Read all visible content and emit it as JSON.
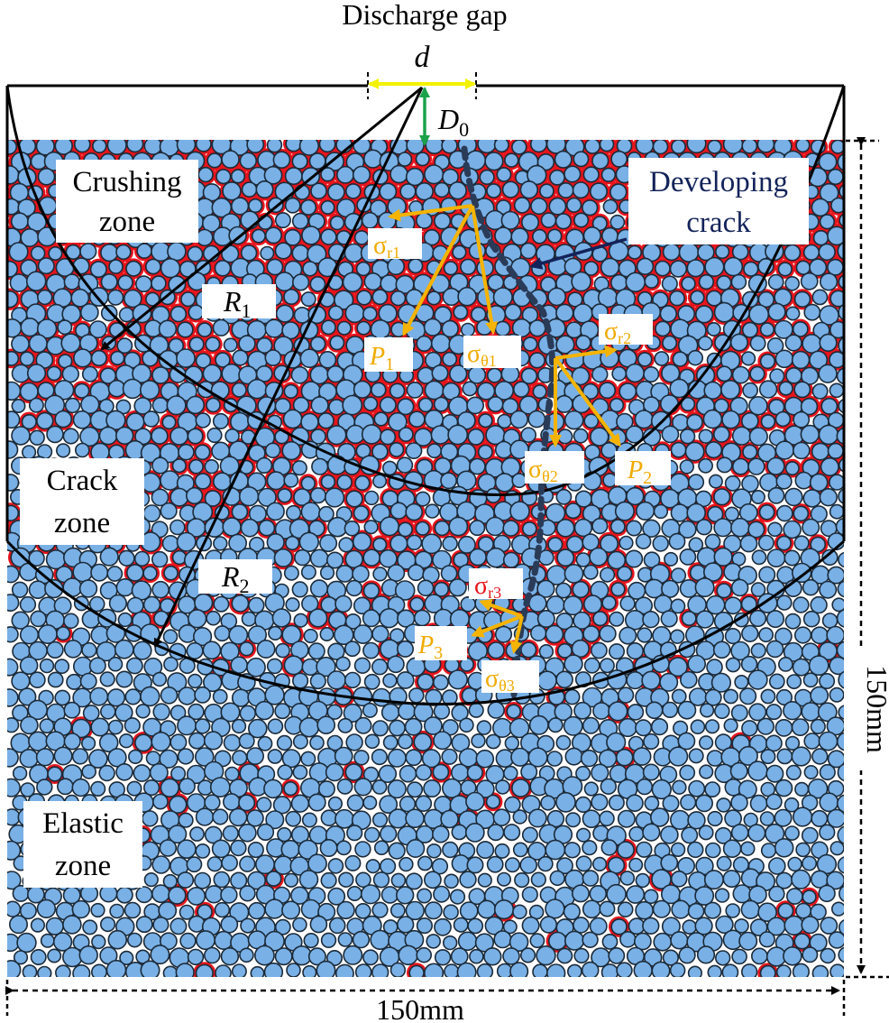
{
  "title": "Discharge gap",
  "labels": {
    "gap_symbol": "d",
    "depth_symbol": "D",
    "depth_sub": "0",
    "crushing_line1": "Crushing",
    "crushing_line2": "zone",
    "crack_line1": "Crack",
    "crack_line2": "zone",
    "elastic_line1": "Elastic",
    "elastic_line2": "zone",
    "developing_line1": "Developing",
    "developing_line2": "crack",
    "r1": "R",
    "r1_sub": "1",
    "r2": "R",
    "r2_sub": "2",
    "width_dim": "150mm",
    "height_dim": "150mm"
  },
  "stress_labels": {
    "sr1": {
      "sym": "σ",
      "sub": "r1"
    },
    "st1": {
      "sym": "σ",
      "sub": "θ1"
    },
    "p1": {
      "sym": "P",
      "sub": "1"
    },
    "sr2": {
      "sym": "σ",
      "sub": "r2"
    },
    "st2": {
      "sym": "σ",
      "sub": "θ2"
    },
    "p2": {
      "sym": "P",
      "sub": "2"
    },
    "sr3": {
      "sym": "σ",
      "sub": "r3"
    },
    "st3": {
      "sym": "σ",
      "sub": "θ3"
    },
    "p3": {
      "sym": "P",
      "sub": "3"
    }
  },
  "colors": {
    "particle": "#79B0E6",
    "particle_edge": "#1B2A38",
    "bond": "#E8141C",
    "force_arrow": "#F5B400",
    "stress_text": "#F0AA00",
    "stress_text_red": "#E8141C",
    "gap_arrow": "#F2F200",
    "depth_arrow": "#1AA24A",
    "crack_dash": "#2A3B58",
    "developing_text": "#13235A",
    "outline": "#000000"
  }
}
